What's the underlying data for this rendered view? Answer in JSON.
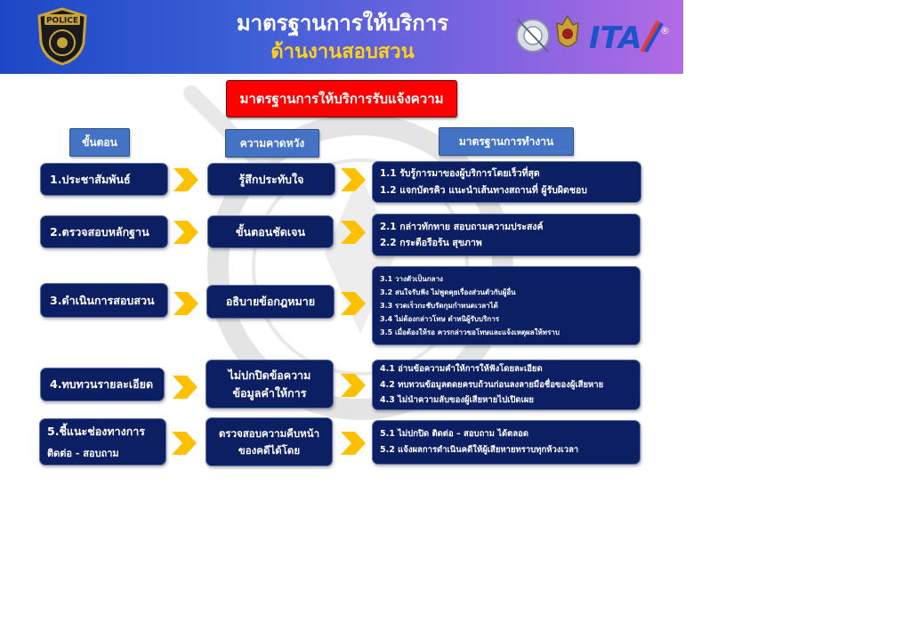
{
  "header": {
    "badge_text": "POLICE",
    "title_line1": "มาตรฐานการให้บริการ",
    "title_line2": "ด้านงานสอบสวน",
    "itax_logo": "ITA",
    "itax_mark": "®"
  },
  "main_title": "มาตรฐานการให้บริการรับแจ้งความ",
  "columns": {
    "step": "ขั้นตอน",
    "expectation": "ความคาดหวัง",
    "standard": "มาตรฐานการทำงาน"
  },
  "rows": [
    {
      "step": "1.ประชาสัมพันธ์",
      "expectation": [
        "รู้สึกประทับใจ"
      ],
      "standards": [
        "1.1  รับรู้การมาของผู้บริการโดยเร็วที่สุด",
        "1.2  แจกบัตรคิว แนะนำเส้นทางสถานที่ ผู้รับผิดชอบ"
      ]
    },
    {
      "step": "2.ตรวจสอบหลักฐาน",
      "expectation": [
        "ขั้นตอนชัดเจน"
      ],
      "standards": [
        "2.1  กล่าวทักทาย สอบถามความประสงค์",
        "2.2  กระตือรือร้น สุขภาพ"
      ]
    },
    {
      "step": "3.ดำเนินการสอบสวน",
      "expectation": [
        "อธิบายข้อกฎหมาย"
      ],
      "standards": [
        "3.1  วางตัวเป็นกลาง",
        "3.2  สนใจรับฟัง ไม่พูดคุยเรื่องส่วนตัวกับผู้อื่น",
        "3.3  รวดเร็วกะชับรัดกุมกำหนดเวลาได้",
        "3.4  ไม่ต้องกล่าวโทษ ตำหนิผู้รับบริการ",
        "3.5  เมื่อต้องให้รอ ควรกล่าวขอโทษและแจ้งเหตุผลให้ทราบ"
      ]
    },
    {
      "step": "4.ทบทวนรายละเอียด",
      "expectation": [
        "ไม่ปกปิดข้อความ",
        "ข้อมูลคำให้การ"
      ],
      "standards": [
        "4.1  อ่านข้อความคำให้การให้ฟังโดยละเอียด",
        "4.2  ทบทวนข้อมูลตดยครบถ้วนก่อนลงลายมือชื่อของผู้เสียหาย",
        "4.3  ไม่นำความลับของผู้เสียหายไปเปิดเผย"
      ]
    },
    {
      "step": "5.ชี้แนะช่องทางการ",
      "step_line2": "ติดต่อ - สอบถาม",
      "expectation": [
        "ตรวจสอบความคืบหน้า",
        "ของคดีได้โดย"
      ],
      "standards": [
        "5.1  ไม่ปกปิด ติดต่อ – สอบถาม ได้ตลอด",
        "5.2  แจ้งผลการดำเนินคดีให้ผู้เสียหายทราบทุกห้วงเวลา"
      ]
    }
  ],
  "colors": {
    "banner_start": "#1d47c4",
    "banner_end": "#b26be4",
    "title_red": "#ff0000",
    "box_navy": "#0c1f63",
    "header_blue": "#4472c4",
    "arrow_yellow": "#ffc000",
    "subtitle_yellow": "#ffd21a"
  },
  "icons": [
    "police-badge-icon",
    "seal-emblem-icon",
    "royal-crest-icon",
    "itax-logo",
    "chevron-arrow-icon"
  ]
}
